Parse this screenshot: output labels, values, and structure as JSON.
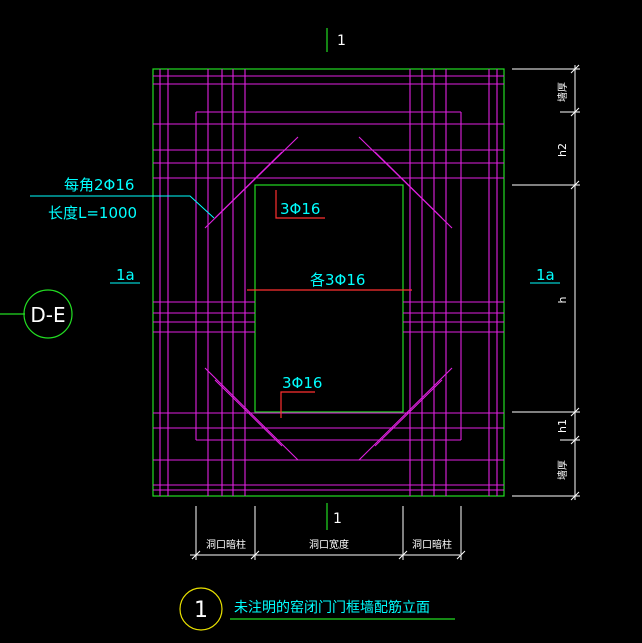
{
  "labels": {
    "axis_top": "1",
    "axis_bottom": "1",
    "axis_left_1a": "1a",
    "axis_right_1a": "1a",
    "axis_bubble": "D-E",
    "corner_bar": "每角2Φ16",
    "corner_len": "长度L=1000",
    "top_bars": "3Φ16",
    "mid_bars": "各3Φ16",
    "bot_bars": "3Φ16",
    "dim_top": "墙厚",
    "dim_h2": "h2",
    "dim_h": "h",
    "dim_h1": "h1",
    "dim_bottom": "墙厚",
    "dim_left": "洞口暗柱",
    "dim_mid": "洞口宽度",
    "dim_right": "洞口暗柱",
    "detail_no": "1",
    "detail_title": "未注明的窑闭门门框墙配筋立面"
  },
  "colors": {
    "outline": "#22dd22",
    "rebar": "#e020e0",
    "dim": "#ffffff",
    "leader": "#ff3030",
    "note": "#00ffff",
    "bubble": "#e8e000"
  }
}
